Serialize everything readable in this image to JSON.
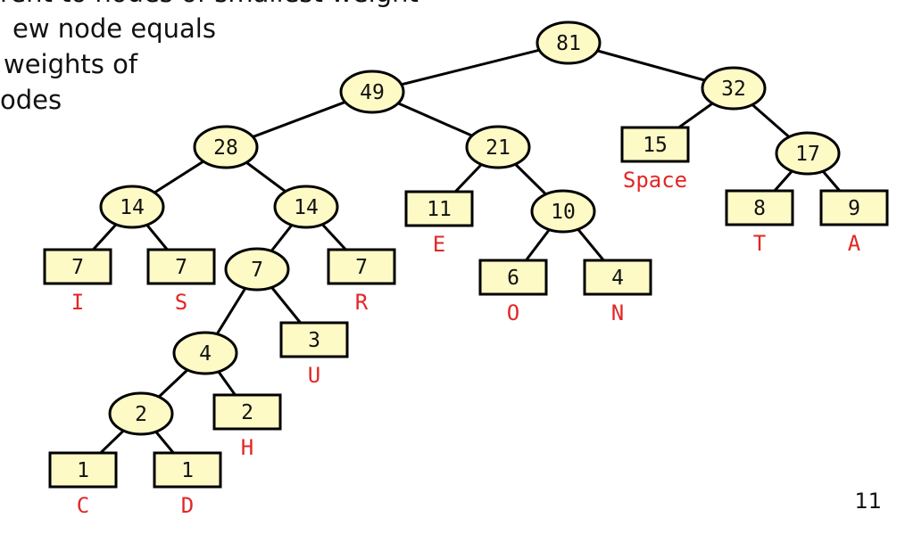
{
  "bullet_lines": [
    "rent to nodes of smallest weight",
    "ew node equals",
    "weights of",
    "odes"
  ],
  "page_number": "11",
  "colors": {
    "node_fill": "#fdfac6",
    "edge": "#000000",
    "char_label": "#e32626"
  },
  "tree": {
    "nodes": [
      {
        "id": "n81",
        "shape": "internal",
        "weight": "81",
        "char": ""
      },
      {
        "id": "n49",
        "shape": "internal",
        "weight": "49",
        "char": ""
      },
      {
        "id": "n32",
        "shape": "internal",
        "weight": "32",
        "char": ""
      },
      {
        "id": "n28",
        "shape": "internal",
        "weight": "28",
        "char": ""
      },
      {
        "id": "n21",
        "shape": "internal",
        "weight": "21",
        "char": ""
      },
      {
        "id": "n15",
        "shape": "leaf",
        "weight": "15",
        "char": "Space"
      },
      {
        "id": "n17",
        "shape": "internal",
        "weight": "17",
        "char": ""
      },
      {
        "id": "n14a",
        "shape": "internal",
        "weight": "14",
        "char": ""
      },
      {
        "id": "n14b",
        "shape": "internal",
        "weight": "14",
        "char": ""
      },
      {
        "id": "n11",
        "shape": "leaf",
        "weight": "11",
        "char": "E"
      },
      {
        "id": "n10",
        "shape": "internal",
        "weight": "10",
        "char": ""
      },
      {
        "id": "n8",
        "shape": "leaf",
        "weight": "8",
        "char": "T"
      },
      {
        "id": "n9",
        "shape": "leaf",
        "weight": "9",
        "char": "A"
      },
      {
        "id": "n7i",
        "shape": "leaf",
        "weight": "7",
        "char": "I"
      },
      {
        "id": "n7s",
        "shape": "leaf",
        "weight": "7",
        "char": "S"
      },
      {
        "id": "n7int",
        "shape": "internal",
        "weight": "7",
        "char": ""
      },
      {
        "id": "n7r",
        "shape": "leaf",
        "weight": "7",
        "char": "R"
      },
      {
        "id": "n6",
        "shape": "leaf",
        "weight": "6",
        "char": "O"
      },
      {
        "id": "n4n",
        "shape": "leaf",
        "weight": "4",
        "char": "N"
      },
      {
        "id": "n4",
        "shape": "internal",
        "weight": "4",
        "char": ""
      },
      {
        "id": "n3",
        "shape": "leaf",
        "weight": "3",
        "char": "U"
      },
      {
        "id": "n2",
        "shape": "internal",
        "weight": "2",
        "char": ""
      },
      {
        "id": "n2h",
        "shape": "leaf",
        "weight": "2",
        "char": "H"
      },
      {
        "id": "n1c",
        "shape": "leaf",
        "weight": "1",
        "char": "C"
      },
      {
        "id": "n1d",
        "shape": "leaf",
        "weight": "1",
        "char": "D"
      }
    ],
    "edges": [
      [
        "n81",
        "n49"
      ],
      [
        "n81",
        "n32"
      ],
      [
        "n49",
        "n28"
      ],
      [
        "n49",
        "n21"
      ],
      [
        "n32",
        "n15"
      ],
      [
        "n32",
        "n17"
      ],
      [
        "n28",
        "n14a"
      ],
      [
        "n28",
        "n14b"
      ],
      [
        "n21",
        "n11"
      ],
      [
        "n21",
        "n10"
      ],
      [
        "n17",
        "n8"
      ],
      [
        "n17",
        "n9"
      ],
      [
        "n14a",
        "n7i"
      ],
      [
        "n14a",
        "n7s"
      ],
      [
        "n14b",
        "n7int"
      ],
      [
        "n14b",
        "n7r"
      ],
      [
        "n10",
        "n6"
      ],
      [
        "n10",
        "n4n"
      ],
      [
        "n7int",
        "n4"
      ],
      [
        "n7int",
        "n3"
      ],
      [
        "n4",
        "n2"
      ],
      [
        "n4",
        "n2h"
      ],
      [
        "n2",
        "n1c"
      ],
      [
        "n2",
        "n1d"
      ]
    ]
  }
}
